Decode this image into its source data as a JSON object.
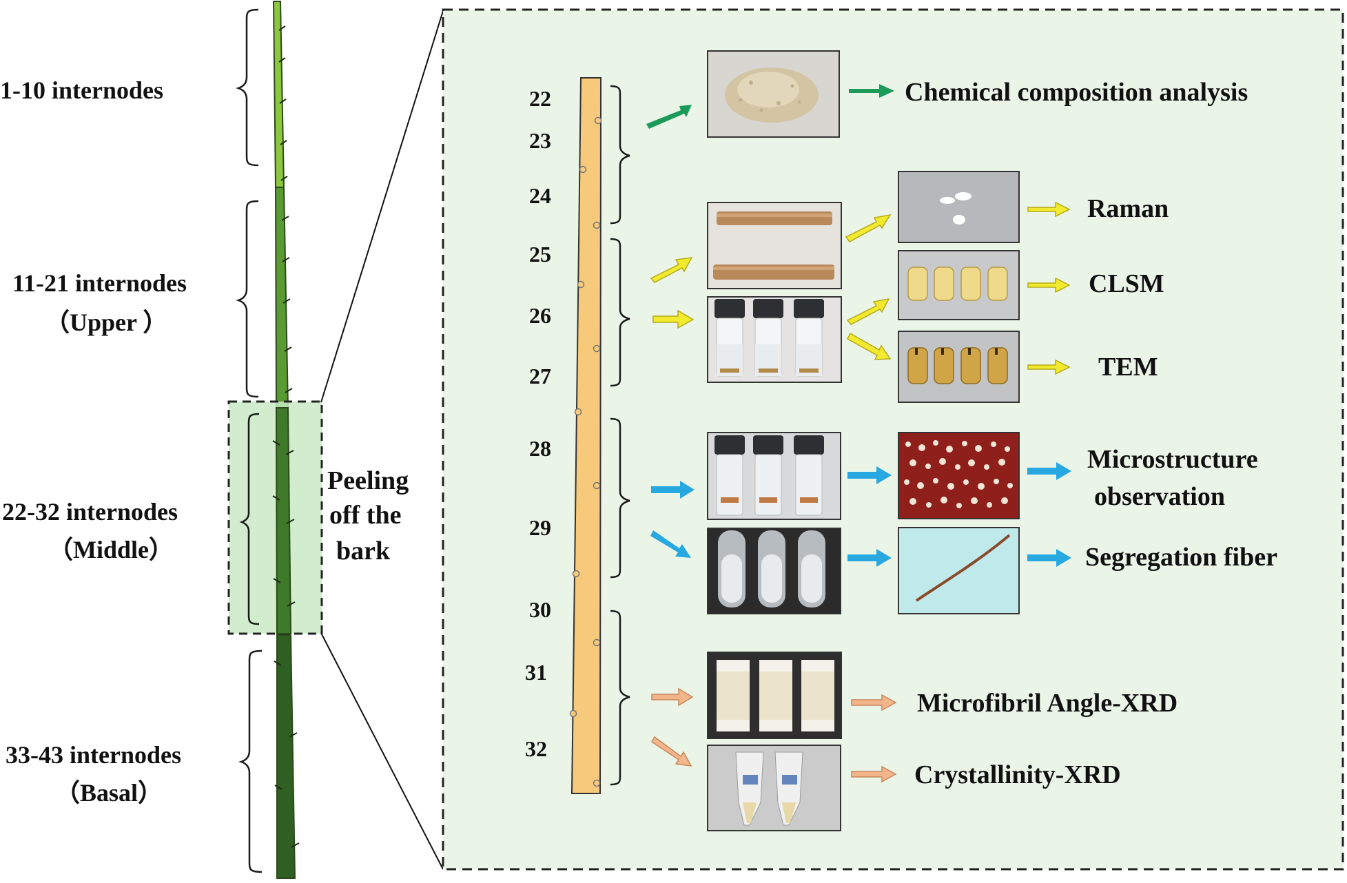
{
  "stem_sections": [
    {
      "label": "1-10 internodes",
      "sublabel": "",
      "color": "#8dc63f"
    },
    {
      "label": "11-21 internodes",
      "sublabel": "（Upper ）",
      "color": "#5a9a33"
    },
    {
      "label": "22-32 internodes",
      "sublabel": "（Middle）",
      "color": "#3f7a2a"
    },
    {
      "label": "33-43 internodes",
      "sublabel": "（Basal）",
      "color": "#2f5f22"
    }
  ],
  "peeling_label": [
    "Peeling",
    "off the",
    "bark"
  ],
  "internode_numbers": [
    "22",
    "23",
    "24",
    "25",
    "26",
    "27",
    "28",
    "29",
    "30",
    "31",
    "32"
  ],
  "analyses": {
    "chemical": "Chemical composition analysis",
    "raman": "Raman",
    "clsm": "CLSM",
    "tem": "TEM",
    "microstructure": [
      "Microstructure",
      "observation"
    ],
    "segregation": "Segregation fiber",
    "mfa": "Microfibril Angle-XRD",
    "crystallinity": "Crystallinity-XRD"
  },
  "colors": {
    "panel_bg": "#eaf5e8",
    "highlight_bg": "#c9eac4",
    "bamboo_strip": "#f7c97a",
    "arrow_green": "#1b9a5a",
    "arrow_yellow": "#f2ea2e",
    "arrow_blue": "#27a8e0",
    "arrow_orange": "#f3b58a"
  }
}
